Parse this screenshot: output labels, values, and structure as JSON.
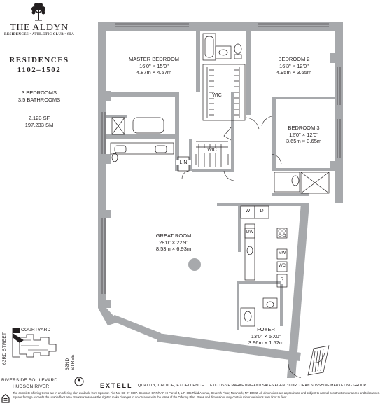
{
  "brand": {
    "name": "THE ALDYN",
    "tagline": "RESIDENCES • ATHLETIC CLUB • SPA"
  },
  "residence": {
    "title": "RESIDENCES",
    "units": "1102–1502",
    "bedrooms": "3 BEDROOMS",
    "bathrooms": "3.5 BATHROOMS",
    "area_sf": "2,123 SF",
    "area_sm": "197.233 SM"
  },
  "rooms": {
    "master": {
      "name": "MASTER BEDROOM",
      "imperial": "16'0\" × 15'0\"",
      "metric": "4.87m × 4.57m"
    },
    "bed2": {
      "name": "BEDROOM 2",
      "imperial": "16'3\" × 12'0\"",
      "metric": "4.95m × 3.65m"
    },
    "bed3": {
      "name": "BEDROOM 3",
      "imperial": "12'0\" × 12'0\"",
      "metric": "3.65m × 3.65m"
    },
    "great": {
      "name": "GREAT ROOM",
      "imperial": "28'0\" × 22'9\"",
      "metric": "8.53m × 6.93m"
    },
    "foyer": {
      "name": "FOYER",
      "imperial": "13'0\" × 5'X0\"",
      "metric": "3.96m × 1.52m"
    }
  },
  "tags": {
    "wic1": "WIC",
    "wic2": "WIC",
    "lin": "LIN",
    "w": "W",
    "d": "D",
    "dw": "DW",
    "mw": "MW",
    "wc": "WC",
    "r": "R"
  },
  "keyplan": {
    "courtyard": "COURTYARD",
    "street63": "63RD STREET",
    "street62": "62ND STREET",
    "boulevard": "RIVERSIDE BOULEVARD",
    "river": "HUDSON RIVER",
    "north": "N"
  },
  "footer": {
    "developer": "EXTELL",
    "tagline": "QUALITY, CHOICE, EXCELLENCE",
    "marketing": "EXCLUSIVE MARKETING AND SALES AGENT: CORCORAN SUNSHINE MARKETING GROUP",
    "disclaimer": "The complete offering terms are in an offering plan available from Sponsor. File No. CD-07-0607. Sponsor: CRP/RAR III Parcel J, L.P. 805 Third Avenue, Seventh Floor, New York, NY 10022. All dimensions are approximate and subject to normal construction variances and tolerances. Square footage exceeds the usable floor area. Sponsor reserves the right to make changes in accordance with the terms of the Offering Plan. Plans and dimensions may contain minor variations from floor to floor."
  },
  "colors": {
    "wall": "#a7a9ac",
    "line": "#231f20"
  }
}
